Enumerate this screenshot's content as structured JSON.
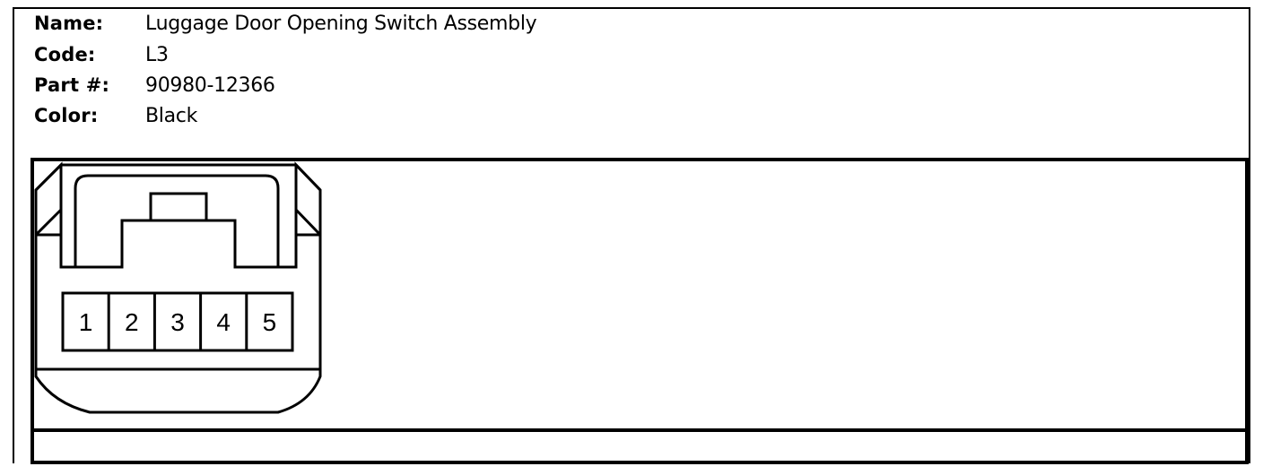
{
  "info": {
    "name_label": "Name:",
    "name_value": "Luggage Door Opening Switch Assembly",
    "code_label": "Code:",
    "code_value": "L3",
    "part_label": "Part #:",
    "part_value": "90980-12366",
    "color_label": "Color:",
    "color_value": "Black"
  },
  "connector": {
    "pins": [
      {
        "number": "1"
      },
      {
        "number": "2"
      },
      {
        "number": "3"
      },
      {
        "number": "4"
      },
      {
        "number": "5"
      }
    ]
  }
}
